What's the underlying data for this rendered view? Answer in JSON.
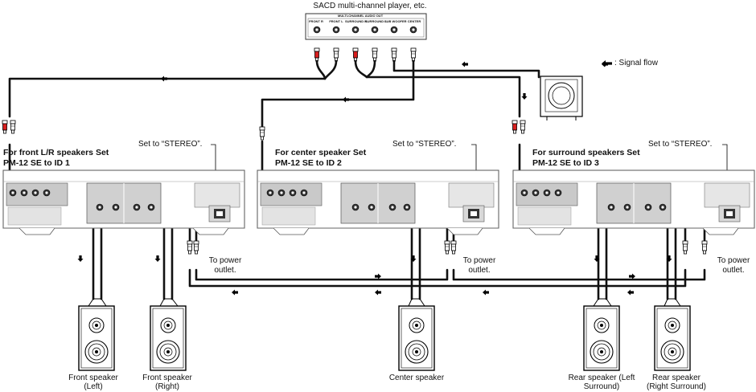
{
  "source": {
    "title": "SACD multi-channel player, etc.",
    "panel_label": "MULTI-CHANNEL AUDIO OUT",
    "jacks": [
      "FRONT R",
      "FRONT L",
      "SURROUND R",
      "SURROUND L",
      "SUB WOOFER",
      "CENTER"
    ]
  },
  "legend": {
    "label": ": Signal flow"
  },
  "amps": [
    {
      "heading_line1": "For front L/R speakers Set",
      "heading_line2": "PM-12 SE to ID 1",
      "stereo_note": "Set to “STEREO”.",
      "power_line1": "To power",
      "power_line2": "outlet."
    },
    {
      "heading_line1": "For center speaker Set",
      "heading_line2": "PM-12 SE to ID 2",
      "stereo_note": "Set to “STEREO”.",
      "power_line1": "To power",
      "power_line2": "outlet."
    },
    {
      "heading_line1": "For surround speakers Set",
      "heading_line2": "PM-12 SE to ID 3",
      "stereo_note": "Set to “STEREO”.",
      "power_line1": "To power",
      "power_line2": "outlet."
    }
  ],
  "speakers": [
    {
      "line1": "Front speaker",
      "line2": "(Left)"
    },
    {
      "line1": "Front speaker",
      "line2": "(Right)"
    },
    {
      "line1": "Center speaker",
      "line2": ""
    },
    {
      "line1": "Rear speaker (Left",
      "line2": "Surround)"
    },
    {
      "line1": "Rear speaker",
      "line2": "(Right Surround)"
    }
  ],
  "icons": {
    "arrow": "signal-flow-arrow-icon",
    "speaker": "speaker-icon",
    "subwoofer": "subwoofer-icon"
  }
}
